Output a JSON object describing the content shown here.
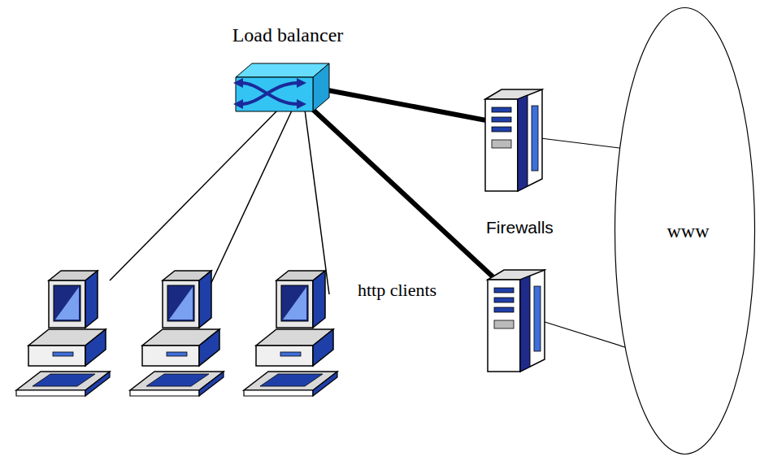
{
  "diagram": {
    "nodes": [
      {
        "text": [
          "Load balancer"
        ]
      },
      {
        "text": [
          "www"
        ]
      }
    ],
    "labels": [
      "Firewalls",
      "http clients"
    ]
  }
}
